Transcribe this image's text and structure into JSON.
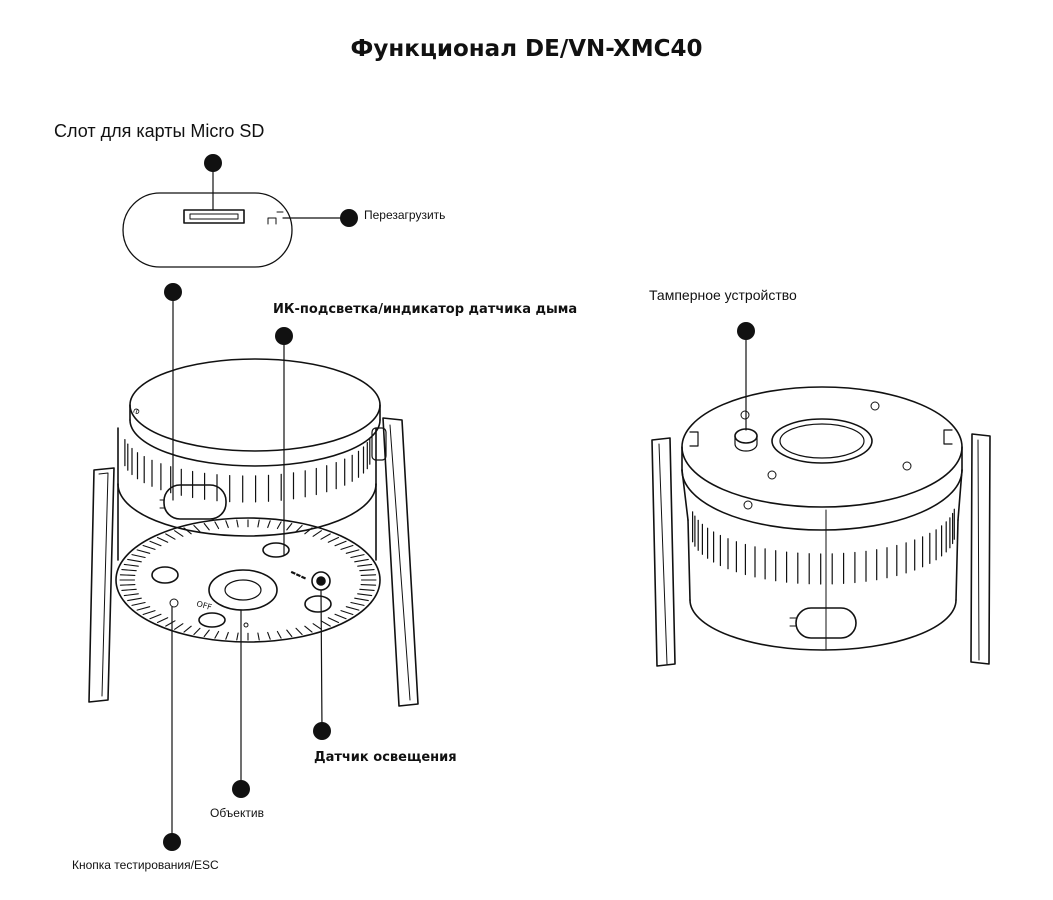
{
  "title": "Функционал DE/VN-XMC40",
  "labels": {
    "sd_slot": "Слот для карты Micro SD",
    "reset": "Перезагрузить",
    "ir_bold": "ИК-подсветка",
    "ir_rest": "/индикатор датчика дыма",
    "tamper": "Тамперное устройство",
    "light_sensor": "Датчик освещения",
    "lens": "Объектив",
    "test_button": "Кнопка тестирования/ESC"
  },
  "colors": {
    "ink": "#111111",
    "background": "#ffffff"
  }
}
